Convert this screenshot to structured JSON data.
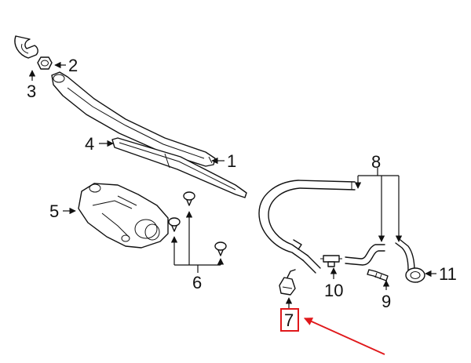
{
  "diagram": {
    "callouts": [
      {
        "id": "1",
        "label": "1"
      },
      {
        "id": "2",
        "label": "2"
      },
      {
        "id": "3",
        "label": "3"
      },
      {
        "id": "4",
        "label": "4"
      },
      {
        "id": "5",
        "label": "5"
      },
      {
        "id": "6",
        "label": "6"
      },
      {
        "id": "7",
        "label": "7"
      },
      {
        "id": "8",
        "label": "8"
      },
      {
        "id": "9",
        "label": "9"
      },
      {
        "id": "10",
        "label": "10"
      },
      {
        "id": "11",
        "label": "11"
      }
    ],
    "highlight": {
      "target": "7",
      "box_color": "#e0181b",
      "arrow_color": "#e0181b"
    },
    "line_color": "#111111"
  }
}
